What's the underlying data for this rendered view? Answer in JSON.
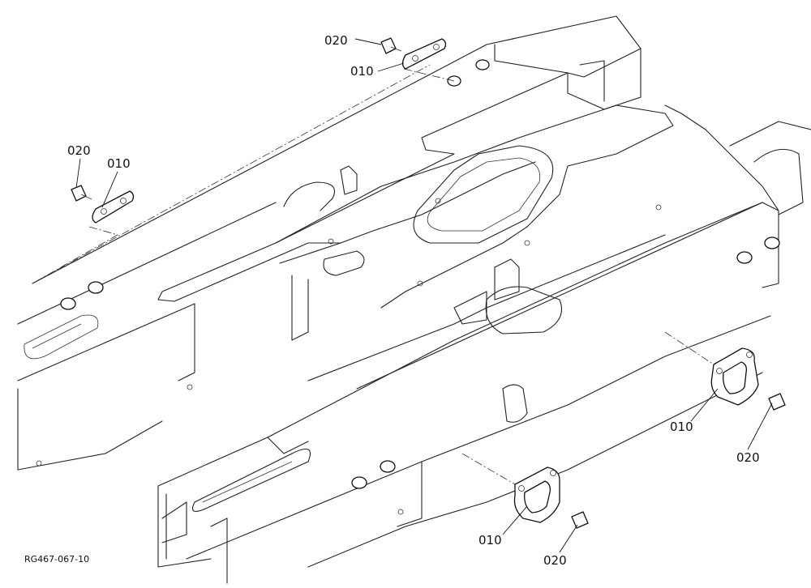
{
  "callouts": [
    {
      "part": "020"
    },
    {
      "part": "010"
    },
    {
      "part": "020"
    },
    {
      "part": "010"
    },
    {
      "part": "010"
    },
    {
      "part": "020"
    },
    {
      "part": "010"
    },
    {
      "part": "020"
    }
  ],
  "drawing_code": "RG467-067-10"
}
